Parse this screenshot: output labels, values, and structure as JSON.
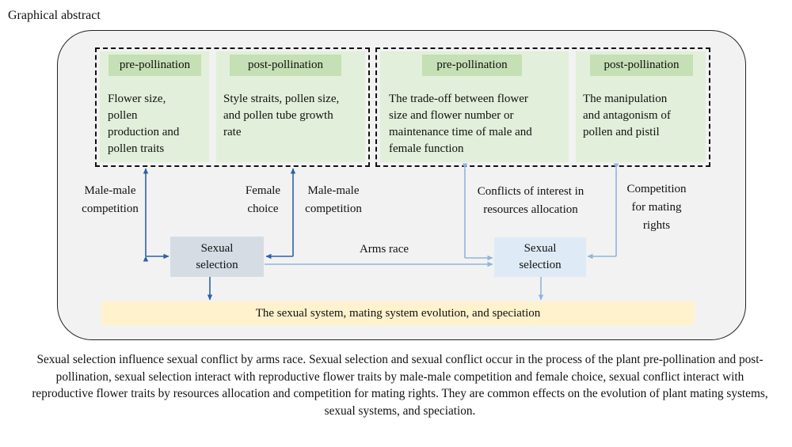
{
  "title": "Graphical abstract",
  "left_group": {
    "pre": {
      "head": "pre-pollination",
      "text": [
        "Flower size,",
        "pollen",
        "production and",
        "pollen traits"
      ]
    },
    "post": {
      "head": "post-pollination",
      "text": [
        "Style straits, pollen size,",
        "and pollen tube growth",
        "rate"
      ]
    }
  },
  "right_group": {
    "pre": {
      "head": "pre-pollination",
      "text": [
        "The trade-off between flower",
        "size and flower number or",
        "maintenance time of male and",
        "female function"
      ]
    },
    "post": {
      "head": "post-pollination",
      "text": [
        "The manipulation",
        "and antagonism of",
        "pollen and pistil"
      ]
    }
  },
  "labels": {
    "male_male_1": [
      "Male-male",
      "competition"
    ],
    "female_choice": [
      "Female",
      "choice"
    ],
    "male_male_2": [
      "Male-male",
      "competition"
    ],
    "conflicts": [
      "Conflicts of interest in",
      "resources allocation"
    ],
    "competition": [
      "Competition",
      "for mating",
      "rights"
    ],
    "arms_race": "Arms race"
  },
  "selection_left": [
    "Sexual",
    "selection"
  ],
  "selection_right": [
    "Sexual",
    "selection"
  ],
  "bottom_bar": "The sexual system,  mating system evolution, and speciation",
  "caption": "Sexual selection influence sexual conflict by arms race. Sexual selection and sexual conflict occur in the process of the plant pre-pollination and post-pollination, sexual selection interact with reproductive flower traits by male-male competition and female choice, sexual conflict interact with reproductive flower traits by resources allocation and competition for mating rights. They are common effects on the evolution of plant mating systems, sexual systems, and speciation.",
  "colors": {
    "dark_arrow": "#2e5fa8",
    "light_arrow": "#8fb4df",
    "green_box": "#e2efda",
    "green_head": "#c5e0b4",
    "bar": "#fff2cc"
  }
}
